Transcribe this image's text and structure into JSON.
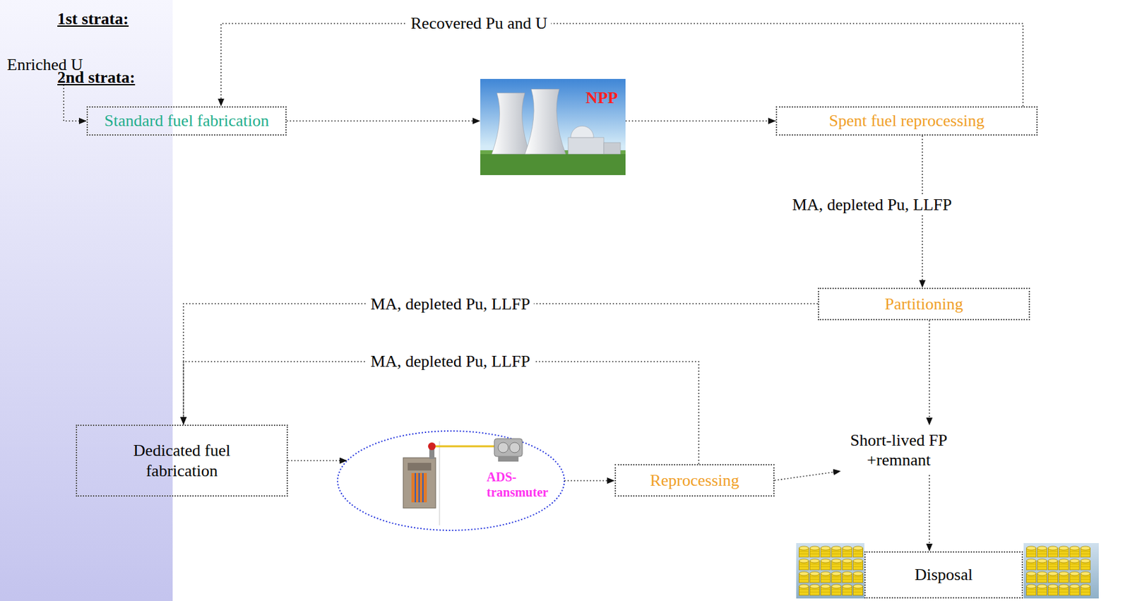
{
  "diagram": {
    "nodes": [
      {
        "text": [
          "Standard fuel fabrication"
        ]
      },
      {
        "text": [
          "NPP"
        ]
      },
      {
        "text": [
          "Spent fuel reprocessing"
        ]
      },
      {
        "text": [
          "Partitioning"
        ]
      },
      {
        "text": [
          "Dedicated fuel fabrication"
        ]
      },
      {
        "text": [
          "ADS- transmuter"
        ]
      },
      {
        "text": [
          "Reprocessing"
        ]
      },
      {
        "text": [
          "Short-lived FP +remnant"
        ]
      },
      {
        "text": [
          "Disposal"
        ]
      }
    ],
    "edges": [
      {
        "from": 0,
        "to": 1,
        "arrow": "to"
      },
      {
        "from": 1,
        "to": 2,
        "arrow": "to"
      },
      {
        "from": 2,
        "to": 0,
        "arrow": "to",
        "label": "Recovered Pu and U"
      },
      {
        "from": 2,
        "to": 3,
        "arrow": "to",
        "label": "MA, depleted Pu, LLFP"
      },
      {
        "from": 3,
        "to": 4,
        "arrow": "to",
        "label": "MA, depleted Pu, LLFP"
      },
      {
        "from": 6,
        "to": 4,
        "arrow": "to",
        "label": "MA, depleted Pu, LLFP"
      },
      {
        "from": 4,
        "to": 5,
        "arrow": "to"
      },
      {
        "from": 5,
        "to": 6,
        "arrow": "to"
      },
      {
        "from": 6,
        "to": 7,
        "arrow": "to"
      },
      {
        "from": 3,
        "to": 7,
        "arrow": "to"
      },
      {
        "from": 7,
        "to": 8,
        "arrow": "to"
      }
    ],
    "labels": [
      "1st strata:",
      "Enriched U",
      "2nd strata:"
    ]
  }
}
